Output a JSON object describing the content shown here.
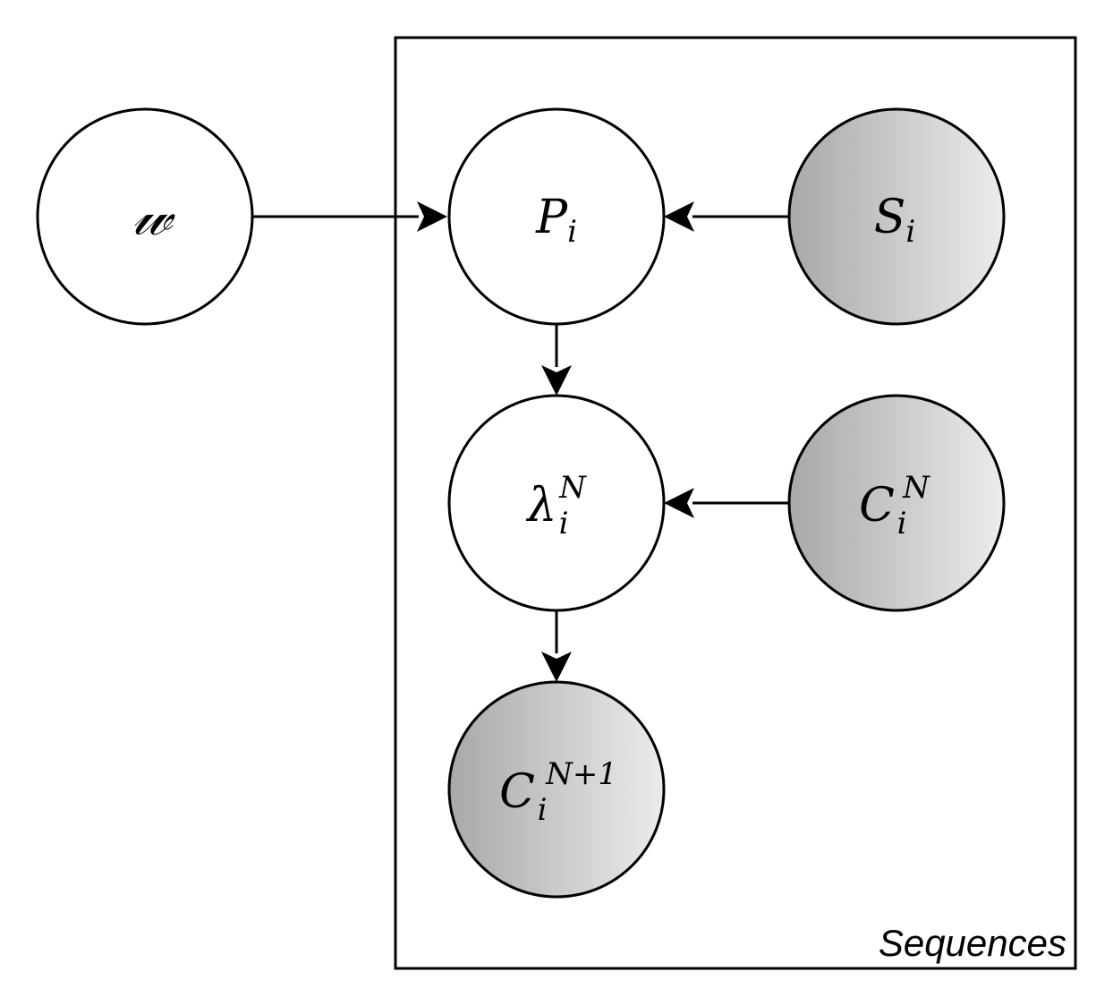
{
  "plate": {
    "label": "Sequences"
  },
  "nodes": {
    "w": {
      "label": "𝓌",
      "observed": false
    },
    "p": {
      "main": "P",
      "sub": "i",
      "observed": false
    },
    "s": {
      "main": "S",
      "sub": "i",
      "observed": true
    },
    "lambda": {
      "main": "λ",
      "sub": "i",
      "sup": "N",
      "observed": false
    },
    "cn": {
      "main": "C",
      "sub": "i",
      "sup": "N",
      "observed": true
    },
    "cn1": {
      "main": "C",
      "sub": "i",
      "sup": "N+1",
      "observed": true
    }
  },
  "edges": [
    {
      "from": "w",
      "to": "p"
    },
    {
      "from": "s",
      "to": "p"
    },
    {
      "from": "p",
      "to": "lambda"
    },
    {
      "from": "cn",
      "to": "lambda"
    },
    {
      "from": "lambda",
      "to": "cn1"
    }
  ],
  "colors": {
    "observed_fill_start": "#a8a8a8",
    "observed_fill_end": "#ececec",
    "stroke": "#000000"
  }
}
